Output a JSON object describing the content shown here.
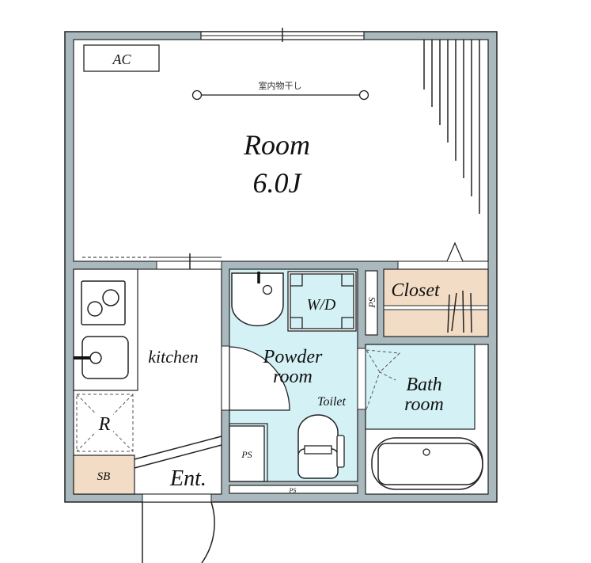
{
  "colors": {
    "wall": "#a9b9bd",
    "wet_area": "#d4f1f6",
    "storage": "#f2dcc5",
    "line": "#222222"
  },
  "rooms": {
    "room": {
      "name": "Room",
      "size": "6.0J"
    },
    "ac": "AC",
    "drying_rod": "室内物干し",
    "kitchen": "kitchen",
    "refrigerator": "R",
    "shoe_box": "SB",
    "entrance": "Ent.",
    "powder_room": {
      "line1": "Powder",
      "line2": "room"
    },
    "washer_dryer": "W/D",
    "toilet": "Toilet",
    "pipe_space": "PS",
    "pipe_space_small": "PS",
    "pipe_space_bottom": "PS",
    "closet": "Closet",
    "bath_room": {
      "line1": "Bath",
      "line2": "room"
    }
  }
}
